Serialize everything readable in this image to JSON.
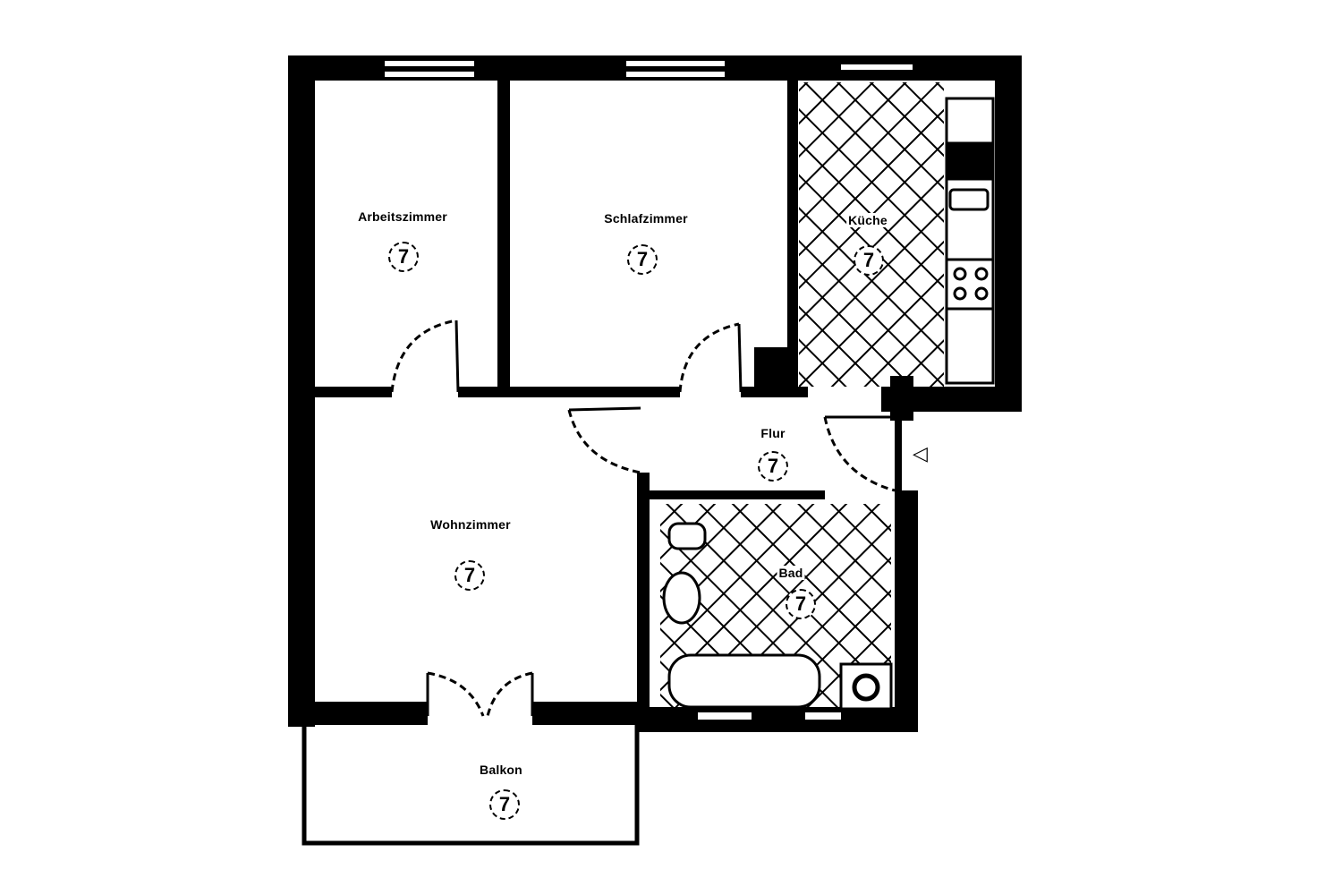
{
  "plan": {
    "colors": {
      "wall": "#000000",
      "background": "#ffffff"
    },
    "entrance_icon": "triangle-left-icon",
    "rooms": [
      {
        "name": "Arbeitszimmer",
        "marker": "7"
      },
      {
        "name": "Schlafzimmer",
        "marker": "7"
      },
      {
        "name": "Küche",
        "marker": "7"
      },
      {
        "name": "Flur",
        "marker": "7"
      },
      {
        "name": "Wohnzimmer",
        "marker": "7"
      },
      {
        "name": "Bad",
        "marker": "7"
      },
      {
        "name": "Balkon",
        "marker": "7"
      }
    ],
    "entrance_symbol": "◁"
  }
}
